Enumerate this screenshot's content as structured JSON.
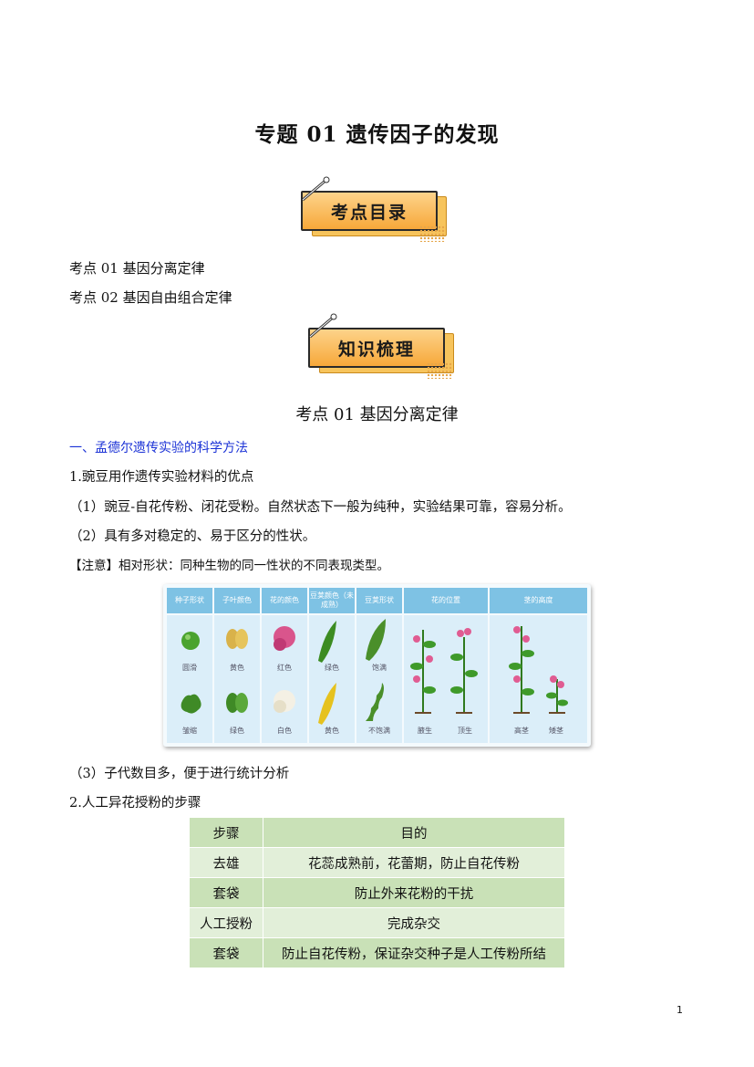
{
  "title": "专题 01    遗传因子的发现",
  "banners": {
    "toc": "考点目录",
    "knowledge": "知识梳理"
  },
  "toc": [
    "考点 01  基因分离定律",
    "考点 02  基因自由组合定律"
  ],
  "section_title": "考点 01  基因分离定律",
  "heading1": "一、孟德尔遗传实验的科学方法",
  "p1": "1.豌豆用作遗传实验材料的优点",
  "p2": "（1）豌豆-自花传粉、闭花受粉。自然状态下一般为纯种，实验结果可靠，容易分析。",
  "p3": "（2）具有多对稳定的、易于区分的性状。",
  "note": "【注意】相对形状：同种生物的同一性状的不同表现类型。",
  "figure": {
    "headers": [
      "种子形状",
      "子叶颜色",
      "花的颜色",
      "豆荚颜色（未成熟）",
      "豆荚形状",
      "花的位置",
      "茎的高度"
    ],
    "labels_top": [
      "圆滑",
      "黄色",
      "红色",
      "绿色",
      "饱满"
    ],
    "labels_bottom": [
      "皱缩",
      "绿色",
      "白色",
      "黄色",
      "不饱满",
      "腋生",
      "顶生",
      "高茎",
      "矮茎"
    ]
  },
  "p4": "（3）子代数目多，便于进行统计分析",
  "p5": "2.人工异花授粉的步骤",
  "table": {
    "header": [
      "步骤",
      "目的"
    ],
    "rows": [
      [
        "去雄",
        "花蕊成熟前，花蕾期，防止自花传粉"
      ],
      [
        "套袋",
        "防止外来花粉的干扰"
      ],
      [
        "人工授粉",
        "完成杂交"
      ],
      [
        "套袋",
        "防止自花传粉，保证杂交种子是人工传粉所结"
      ]
    ]
  },
  "page_number": "1",
  "colors": {
    "heading_blue": "#1b32d6",
    "banner_orange": "#f7a83a",
    "table_dark": "#c9e1b7",
    "table_light": "#e2efd9",
    "figure_blue": "#7ec2e4"
  }
}
